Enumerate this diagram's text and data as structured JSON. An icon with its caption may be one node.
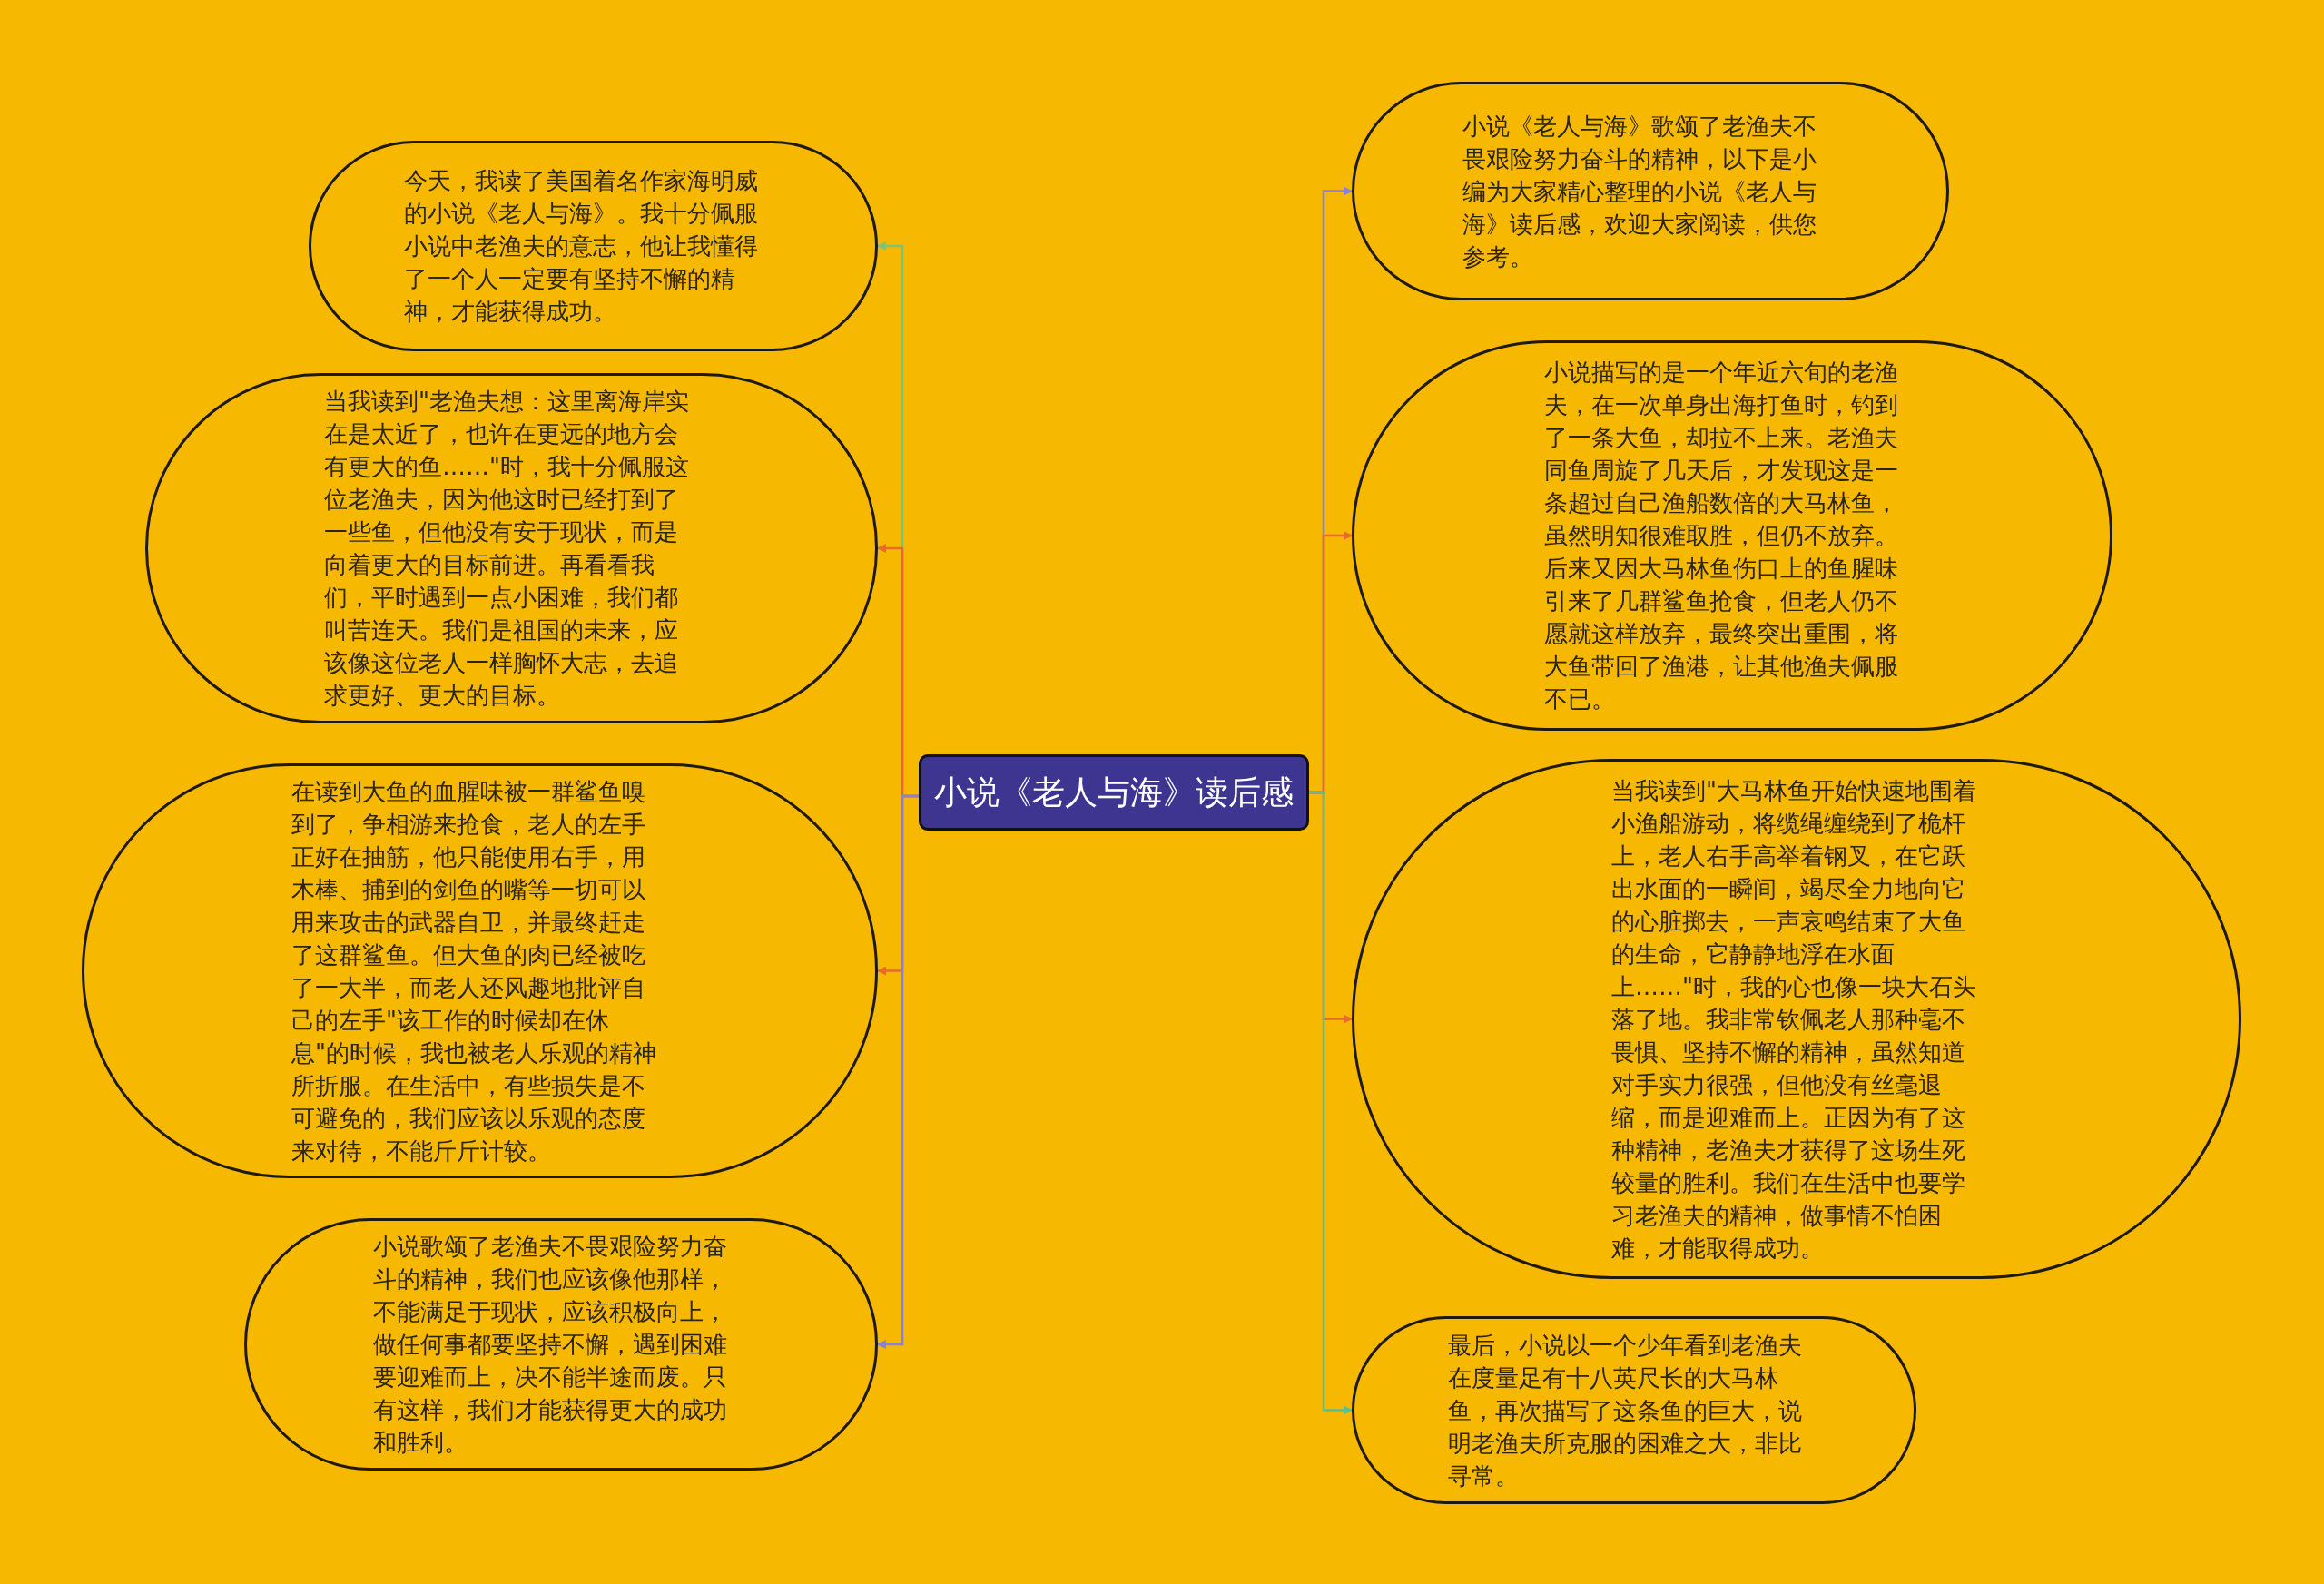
{
  "diagram": {
    "nodes": [
      {
        "text": [
          "小说《老人与海》读后感"
        ]
      },
      {
        "text": [
          "今天，我读了美国着名作家海明威的小说《老人与海》。我十分佩服小说中老渔夫的意志，他让我懂得了一个人一定要有坚持不懈的精神，才能获得成功。"
        ]
      },
      {
        "text": [
          "当我读到\"老渔夫想：这里离海岸实在是太近了，也许在更远的地方会有更大的鱼……\"时，我十分佩服这位老渔夫，因为他这时已经打到了一些鱼，但他没有安于现状，而是向着更大的目标前进。再看看我们，平时遇到一点小困难，我们都叫苦连天。我们是祖国的未来，应该像这位老人一样胸怀大志，去追求更好、更大的目标。"
        ]
      },
      {
        "text": [
          "在读到大鱼的血腥味被一群鲨鱼嗅到了，争相游来抢食，老人的左手正好在抽筋，他只能使用右手，用木棒、捕到的剑鱼的嘴等一切可以用来攻击的武器自卫，并最终赶走了这群鲨鱼。但大鱼的肉已经被吃了一大半，而老人还风趣地批评自己的左手\"该工作的时候却在休息\"的时候，我也被老人乐观的精神所折服。在生活中，有些损失是不可避免的，我们应该以乐观的态度来对待，不能斤斤计较。"
        ]
      },
      {
        "text": [
          "小说歌颂了老渔夫不畏艰险努力奋斗的精神，我们也应该像他那样，不能满足于现状，应该积极向上，做任何事都要坚持不懈，遇到困难要迎难而上，决不能半途而废。只有这样，我们才能获得更大的成功和胜利。"
        ]
      },
      {
        "text": [
          "小说《老人与海》歌颂了老渔夫不畏艰险努力奋斗的精神，以下是小编为大家精心整理的小说《老人与海》读后感，欢迎大家阅读，供您参考。"
        ]
      },
      {
        "text": [
          "小说描写的是一个年近六旬的老渔夫，在一次单身出海打鱼时，钓到了一条大鱼，却拉不上来。老渔夫同鱼周旋了几天后，才发现这是一条超过自己渔船数倍的大马林鱼，虽然明知很难取胜，但仍不放弃。后来又因大马林鱼伤口上的鱼腥味引来了几群鲨鱼抢食，但老人仍不愿就这样放弃，最终突出重围，将大鱼带回了渔港，让其他渔夫佩服不已。"
        ]
      },
      {
        "text": [
          "当我读到\"大马林鱼开始快速地围着小渔船游动，将缆绳缠绕到了桅杆上，老人右手高举着钢叉，在它跃出水面的一瞬间，竭尽全力地向它的心脏掷去，一声哀鸣结束了大鱼的生命，它静静地浮在水面上……\"时，我的心也像一块大石头落了地。我非常钦佩老人那种毫不畏惧、坚持不懈的精神，虽然知道对手实力很强，但他没有丝毫退缩，而是迎难而上。正因为有了这种精神，老渔夫才获得了这场生死较量的胜利。我们在生活中也要学习老渔夫的精神，做事情不怕困难，才能取得成功。"
        ]
      },
      {
        "text": [
          "最后，小说以一个少年看到老渔夫在度量足有十八英尺长的大马林鱼，再次描写了这条鱼的巨大，说明老渔夫所克服的困难之大，非比寻常。"
        ]
      }
    ],
    "edges": [
      {
        "from": 0,
        "to": 1,
        "arrow": "to",
        "color": "#7cc47a"
      },
      {
        "from": 0,
        "to": 2,
        "arrow": "to",
        "color": "#ea6a2c"
      },
      {
        "from": 0,
        "to": 3,
        "arrow": "to",
        "color": "#ea6a2c"
      },
      {
        "from": 0,
        "to": 4,
        "arrow": "to",
        "color": "#8a80d6"
      },
      {
        "from": 0,
        "to": 5,
        "arrow": "to",
        "color": "#8a80d6"
      },
      {
        "from": 0,
        "to": 6,
        "arrow": "to",
        "color": "#ea6a2c"
      },
      {
        "from": 0,
        "to": 7,
        "arrow": "to",
        "color": "#ea6a2c"
      },
      {
        "from": 0,
        "to": 8,
        "arrow": "to",
        "color": "#5cc08c"
      }
    ]
  }
}
